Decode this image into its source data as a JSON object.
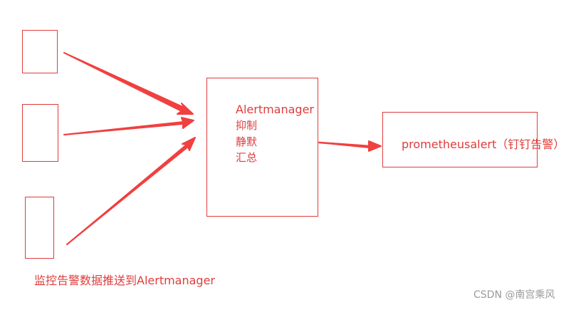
{
  "colors": {
    "accent": "#e03c3c",
    "arrow": "#f04040",
    "watermark": "#9a9a9a",
    "background": "#ffffff"
  },
  "alertmanager": {
    "title": "Alertmanager",
    "lines": [
      "抑制",
      "静默",
      "汇总"
    ]
  },
  "prometheusalert": {
    "label": "prometheusalert（钉钉告警）"
  },
  "caption": "监控告警数据推送到Alertmanager",
  "watermark": "CSDN @南宫乘风"
}
